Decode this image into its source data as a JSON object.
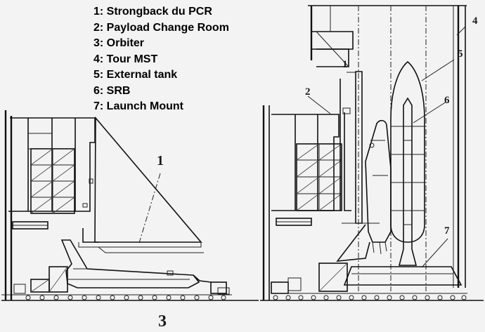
{
  "legend": [
    "1: Strongback du PCR",
    "2: Payload Change Room",
    "3: Orbiter",
    "4: Tour MST",
    "5: External tank",
    "6: SRB",
    "7: Launch Mount"
  ],
  "callouts": {
    "left_1": "1",
    "left_3": "3",
    "right_1": "1",
    "right_2": "2",
    "right_4": "4",
    "right_5": "5",
    "right_6": "6",
    "right_7": "7"
  }
}
